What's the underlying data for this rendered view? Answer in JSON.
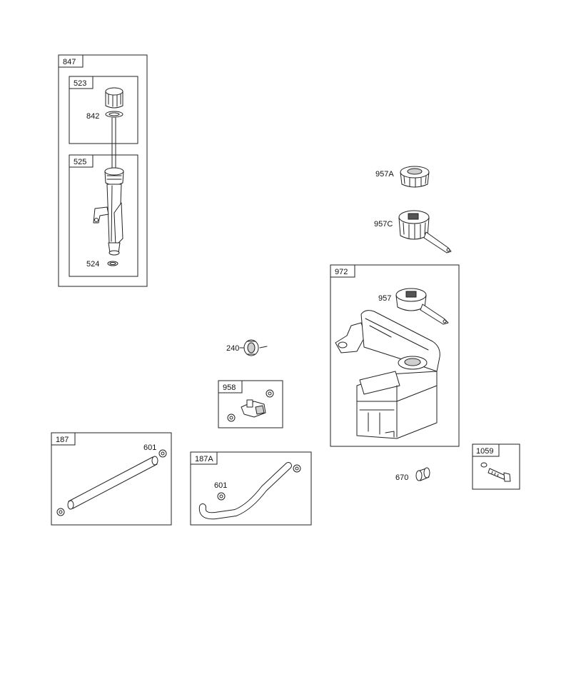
{
  "boxes": {
    "b847": "847",
    "b523": "523",
    "b525": "525",
    "b972": "972",
    "b958": "958",
    "b187": "187",
    "b187a": "187A",
    "b1059": "1059"
  },
  "callouts": {
    "c842": "842",
    "c524": "524",
    "c957a": "957A",
    "c957c": "957C",
    "c957": "957",
    "c240": "240",
    "c601a": "601",
    "c601b": "601",
    "c670": "670"
  }
}
